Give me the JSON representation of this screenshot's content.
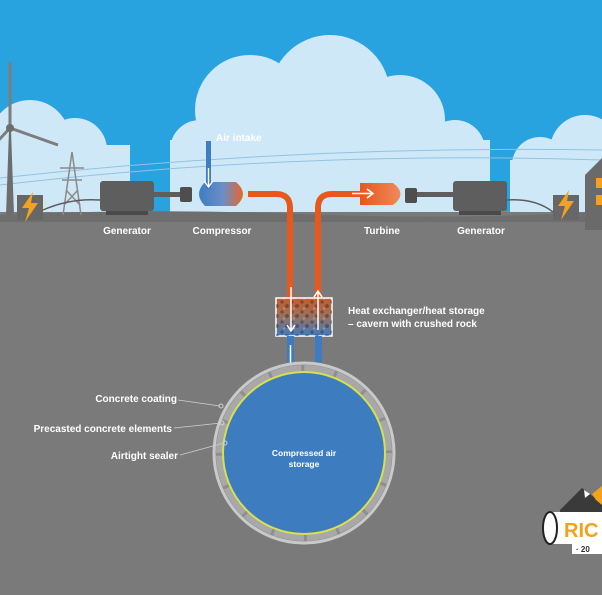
{
  "labels": {
    "air_intake": "Air intake",
    "generator_left": "Generator",
    "compressor": "Compressor",
    "turbine": "Turbine",
    "generator_right": "Generator",
    "heat_exchanger_line1": "Heat exchanger/heat storage",
    "heat_exchanger_line2": "– cavern with crushed rock",
    "concrete_coating": "Concrete coating",
    "precasted_elements": "Precasted concrete elements",
    "airtight_sealer": "Airtight sealer",
    "storage_line1": "Compressed air",
    "storage_line2": "storage"
  },
  "logo": {
    "text": "RIC",
    "subtext": "· 20"
  },
  "icons": [
    "wind-turbine-icon",
    "power-pylon-icon",
    "lightning-icon",
    "factory-icon",
    "logo-badge-icon"
  ],
  "colors": {
    "sky": "#29a3e0",
    "ground": "#7a7a7a",
    "hot_pipe": "#e8581c",
    "cold": "#3e7cc0",
    "sealer": "#d9e04a",
    "lightning": "#f2a31b"
  }
}
